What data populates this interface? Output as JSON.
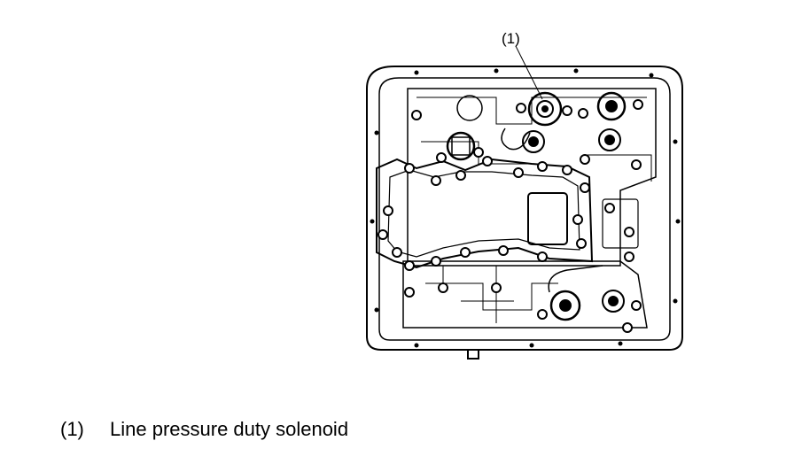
{
  "callout": {
    "label": "(1)"
  },
  "legend": [
    {
      "number": "(1)",
      "text": "Line pressure duty solenoid"
    }
  ]
}
